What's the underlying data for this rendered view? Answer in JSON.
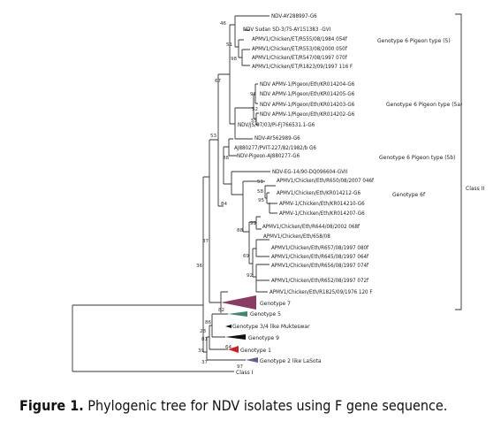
{
  "leaves": [
    "NDV-AY288997-G6",
    "NDV Sudan SD-3/75-AY151383 -GVI",
    "APMV1/Chicken/ET/R555/08/1984 054f",
    "APMV1/Chicken/ET/R553/08/2000 050f",
    "APMV1/Chicken/ET/R547/08/1997 070f",
    "APMV1/Chicken/ET/R1823/09/1997 116 F",
    "NDV APMV-1/Pigeon/Eth/KR014204-G6",
    "NDV APMV-1/Pigeon/Eth/KR014205-G6",
    "NDV APMV-1/Pigeon/Eth/KR014203-G6",
    "NDV APMV-1/Pigeon/Eth/KR014202-G6",
    "NDV/JS/07/03/Pi-FJ766531.1-G6",
    "NDV-AY562989-G6",
    "AJ880277/PVIT-227/82/1982/b G6",
    "NDV-Pigeon-AJ880277-G6",
    "NDV-EG-14/90-DQ096604-GVII",
    "APMV1/Chicken/Eth/R650/08/2007 046f",
    "APMV1/Chicken/Eth/KR014212-G6",
    "APMV-1/Chicken/Eth/KR014210-G6",
    "APMV-1/Chicken/Eth/KR014207-G6",
    "APMV1/Chicken/Eth/R644/08/2002 068f",
    "APMV1/Chicken/Eth/658/08",
    "APMV1/Chicken/Eth/R657/08/1997 080f",
    "APMV1/Chicken/Eth/R645/08/1997 064f",
    "APMV1/Chicken/Eth/R656/08/1997 074f",
    "APMV1/Chicken/Eth/R652/08/1997 072f",
    "APMV1/Chicken/Eth/R1825/09/1976 120 F"
  ],
  "bootstrap": {
    "b46": "46",
    "b51": "51",
    "b98": "98",
    "b97": "97",
    "b52": "52",
    "b55": "55",
    "b67": "67",
    "b53": "53",
    "b88": "88",
    "b84": "84",
    "b51b": "51",
    "b58": "58",
    "b95": "95",
    "b88b": "88",
    "b99": "99",
    "b69": "69",
    "b92": "92",
    "b37": "37",
    "b36": "36",
    "b82": "82",
    "b86": "86",
    "b28": "28",
    "b81": "81",
    "b64": "64",
    "b39": "39",
    "b37b": "37",
    "b97b": "97"
  },
  "groups": {
    "g6_5": "Genotype 6 Pigeon type (5)",
    "g6_5a": "Genotype 6 Pigeon type (5a)",
    "g6_5b": "Genotype 6 Pigeon type (5b)",
    "g6f": "Genotype 6f",
    "class2": "Class II"
  },
  "collapsed": {
    "g7": "Genotype 7",
    "g5": "Genotype 5",
    "g34": "Genotype 3/4 like Mukteswar",
    "g9": "Genotype 9",
    "g1": "Genotype 1",
    "g2": "Genotype 2 like LaSota",
    "c1": "Class I"
  },
  "colors": {
    "genotype7": "#8a3a63",
    "genotype5": "#3d8a6a",
    "genotype1": "#d11e1e",
    "genotype2": "#6b5a95",
    "black": "#111111"
  },
  "caption": {
    "label": "Figure 1.",
    "text": " Phylogenic tree for NDV isolates using F gene sequence."
  }
}
